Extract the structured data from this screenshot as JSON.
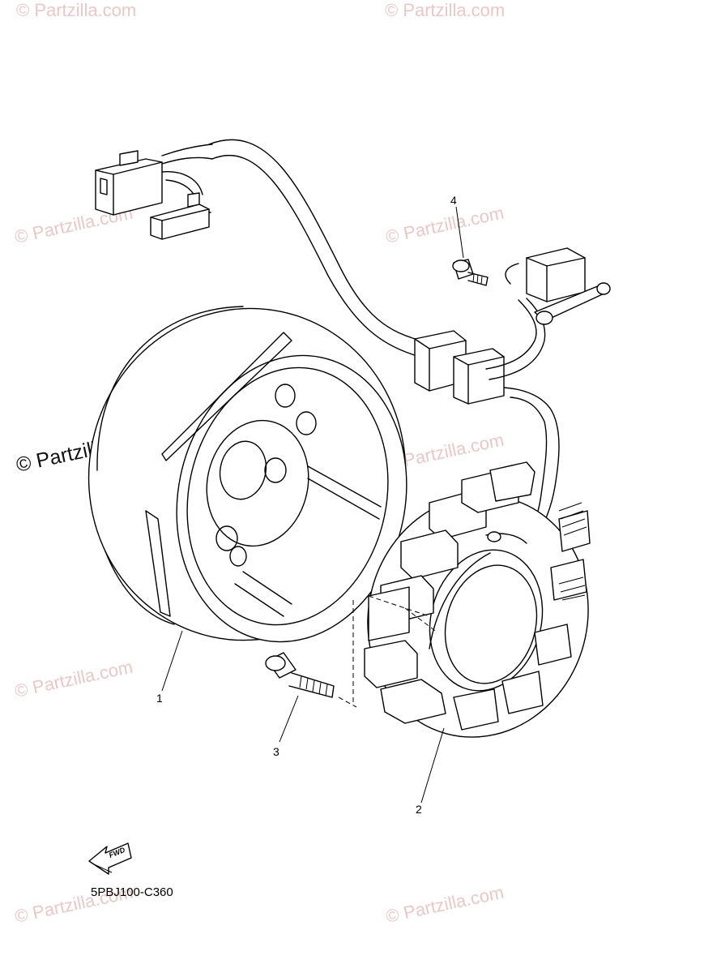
{
  "watermark": {
    "text": "© Partzilla.com",
    "prominent_text": "© Partzilla.com"
  },
  "callouts": {
    "part_1": "1",
    "part_2": "2",
    "part_3": "3",
    "part_4": "4"
  },
  "direction_badge": "FWD",
  "diagram_code": "5PBJ100-C360"
}
